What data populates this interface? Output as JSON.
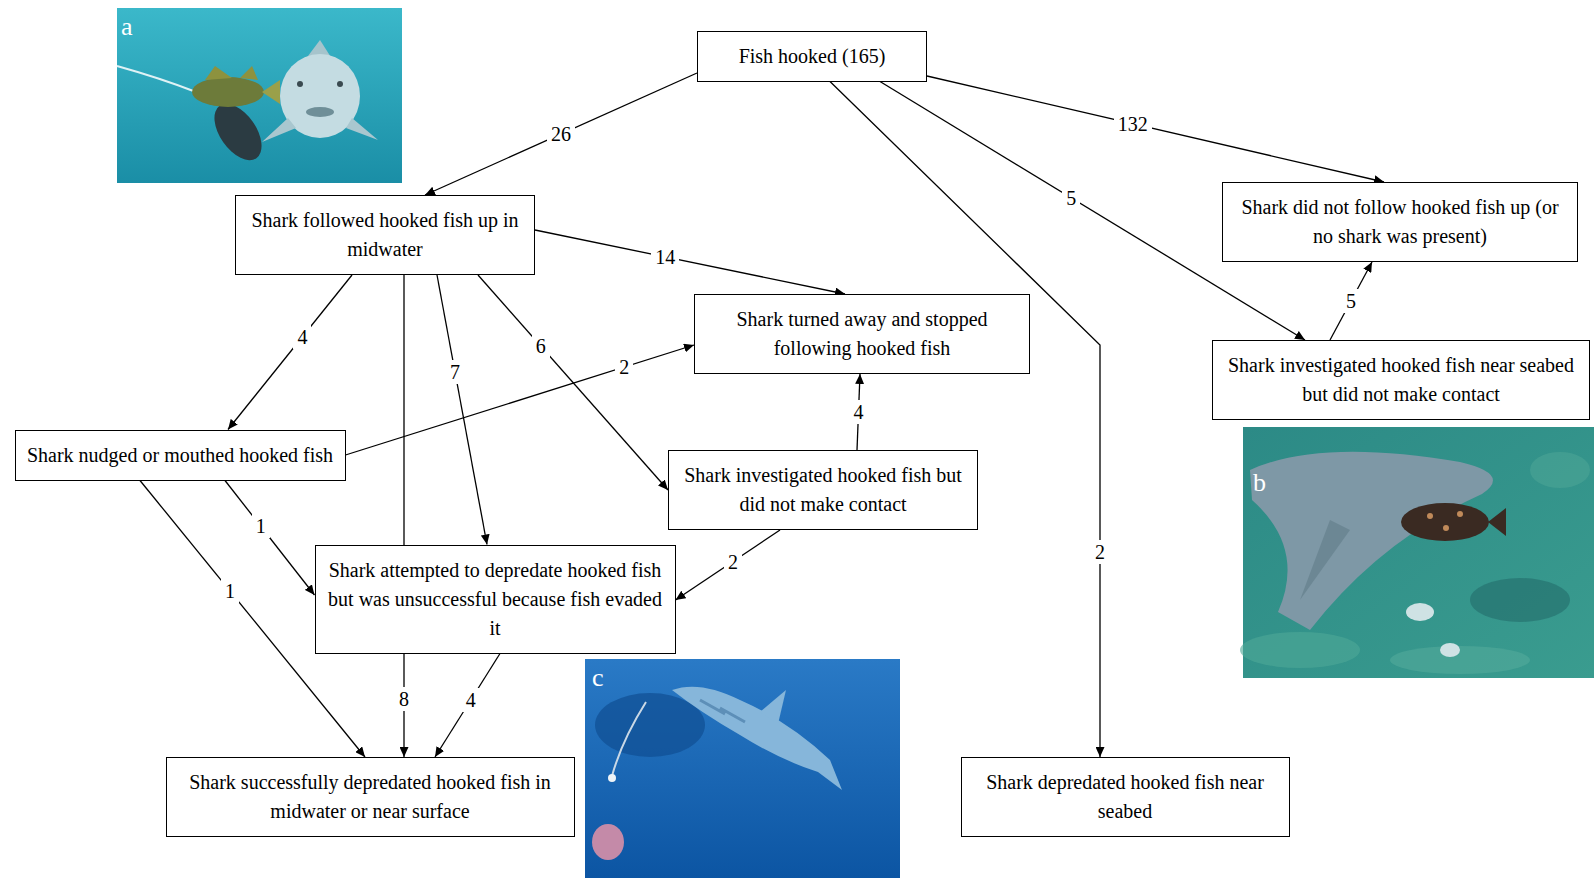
{
  "diagram": {
    "nodes": [
      {
        "text": [
          "Fish hooked (165)"
        ]
      },
      {
        "text": [
          "Shark followed hooked fish up in midwater"
        ]
      },
      {
        "text": [
          "Shark did not follow hooked fish up (or no shark was present)"
        ]
      },
      {
        "text": [
          "Shark turned away and stopped following hooked fish"
        ]
      },
      {
        "text": [
          "Shark investigated hooked fish near seabed but did not make contact"
        ]
      },
      {
        "text": [
          "Shark nudged or mouthed hooked fish"
        ]
      },
      {
        "text": [
          "Shark investigated hooked fish but did not make contact"
        ]
      },
      {
        "text": [
          "Shark attempted to depredate hooked fish but was unsuccessful because fish evaded it"
        ]
      },
      {
        "text": [
          "Shark successfully depredated hooked fish in midwater or near surface"
        ]
      },
      {
        "text": [
          "Shark depredated hooked fish near seabed"
        ]
      }
    ],
    "edges": [
      {
        "from": 0,
        "to": 1,
        "label": "26",
        "arrow": "to"
      },
      {
        "from": 0,
        "to": 2,
        "label": "132",
        "arrow": "to"
      },
      {
        "from": 0,
        "to": 4,
        "label": "5",
        "arrow": "to"
      },
      {
        "from": 0,
        "to": 9,
        "label": "2",
        "arrow": "to"
      },
      {
        "from": 1,
        "to": 3,
        "label": "14",
        "arrow": "to"
      },
      {
        "from": 1,
        "to": 5,
        "label": "4",
        "arrow": "to"
      },
      {
        "from": 1,
        "to": 7,
        "label": "7",
        "arrow": "to"
      },
      {
        "from": 1,
        "to": 6,
        "label": "6",
        "arrow": "to"
      },
      {
        "from": 1,
        "to": 8,
        "label": "8",
        "arrow": "to"
      },
      {
        "from": 4,
        "to": 2,
        "label": "5",
        "arrow": "to"
      },
      {
        "from": 5,
        "to": 3,
        "label": "2",
        "arrow": "to"
      },
      {
        "from": 5,
        "to": 7,
        "label": "1",
        "arrow": "to"
      },
      {
        "from": 5,
        "to": 8,
        "label": "1",
        "arrow": "to"
      },
      {
        "from": 6,
        "to": 3,
        "label": "4",
        "arrow": "to"
      },
      {
        "from": 6,
        "to": 7,
        "label": "2",
        "arrow": "to"
      },
      {
        "from": 7,
        "to": 8,
        "label": "4",
        "arrow": "to"
      }
    ],
    "labels": [
      "a",
      "b",
      "c"
    ]
  }
}
